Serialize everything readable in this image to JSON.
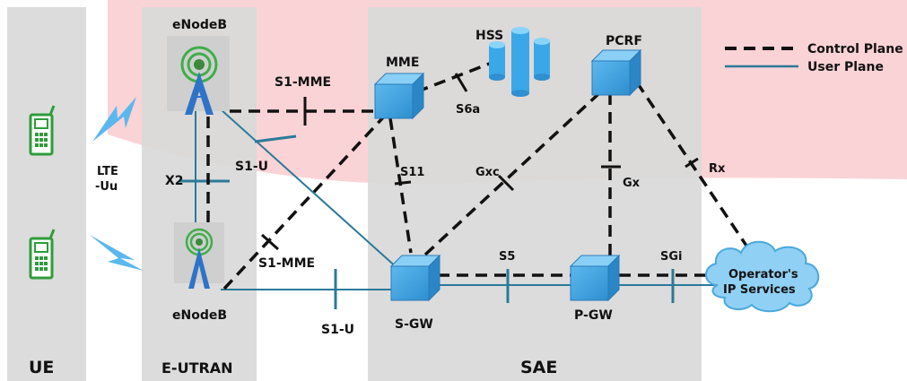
{
  "columns": {
    "ue": "UE",
    "eutran": "E-UTRAN",
    "sae": "SAE"
  },
  "nodes": {
    "enodeb_top": "eNodeB",
    "enodeb_bottom": "eNodeB",
    "mme": "MME",
    "hss": "HSS",
    "pcrf": "PCRF",
    "sgw": "S-GW",
    "pgw": "P-GW",
    "operator_line1": "Operator's",
    "operator_line2": "IP Services"
  },
  "interfaces": {
    "lte_uu_line1": "LTE",
    "lte_uu_line2": "-Uu",
    "x2": "X2",
    "s1_mme_top": "S1-MME",
    "s1_u_top": "S1-U",
    "s1_mme_bottom": "S1-MME",
    "s1_u_bottom": "S1-U",
    "s6a": "S6a",
    "s11": "S11",
    "gxc": "Gxc",
    "gx": "Gx",
    "rx": "Rx",
    "s5": "S5",
    "sgi": "SGi"
  },
  "legend": {
    "control_plane": "Control Plane",
    "user_plane": "User Plane"
  },
  "colors": {
    "control": "#111111",
    "user": "#2a7a99",
    "box": "#3a9fdc",
    "column_bg": "#d9d9d9",
    "pink_bg": "#fad3d6",
    "phone": "#2e9c3a",
    "cloud": "#8fd0f4"
  }
}
